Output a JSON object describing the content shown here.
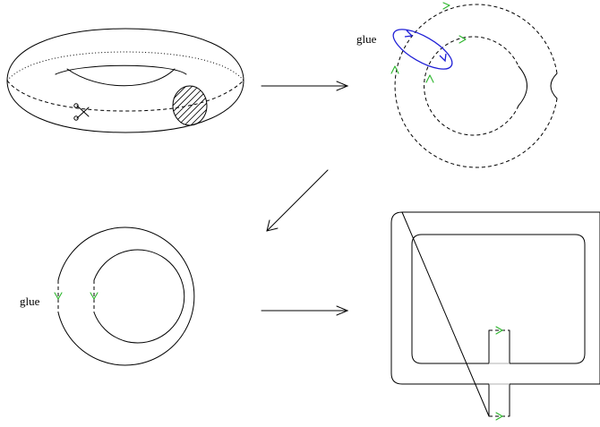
{
  "labels": {
    "glue_top": "glue",
    "glue_bottom": "glue"
  },
  "colors": {
    "ink": "#000000",
    "gluing_arrows": "#2bb52b",
    "gluing_loop": "#1f1fd6",
    "seam_gray": "#b0b0b0"
  },
  "icons": [
    "scissors-icon",
    "hatched-disk-icon",
    "green-arrowhead-icon",
    "transition-arrow-icon"
  ],
  "panels": [
    "torus-with-cut",
    "cut-open-annulus",
    "annulus-with-gap",
    "square-frame-result"
  ]
}
